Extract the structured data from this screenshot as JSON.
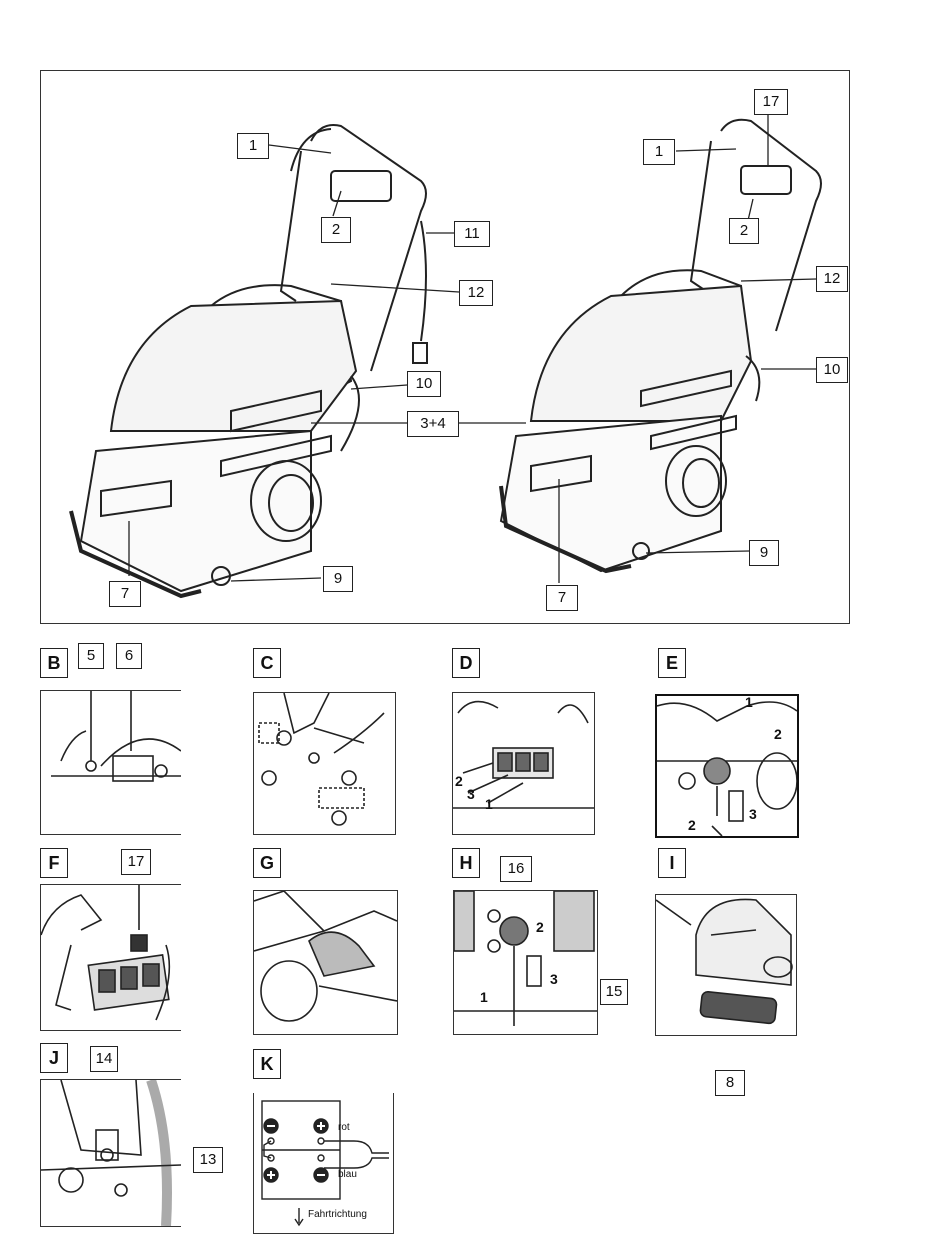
{
  "main_labels": {
    "left": {
      "l1": "1",
      "l2": "2",
      "l11": "11",
      "l12": "12",
      "l10": "10",
      "l34": "3+4",
      "l9": "9",
      "l7": "7"
    },
    "right": {
      "l17": "17",
      "l1": "1",
      "l2": "2",
      "l12": "12",
      "l10": "10",
      "l9": "9",
      "l7": "7"
    }
  },
  "panels": {
    "B": {
      "letter": "B",
      "c1": "5",
      "c2": "6"
    },
    "C": {
      "letter": "C"
    },
    "D": {
      "letter": "D",
      "n1": "2",
      "n2": "3",
      "n3": "1"
    },
    "E": {
      "letter": "E",
      "n1": "1",
      "n2": "2",
      "n3": "2",
      "n4": "3"
    },
    "F": {
      "letter": "F",
      "c1": "17"
    },
    "G": {
      "letter": "G"
    },
    "H": {
      "letter": "H",
      "c1": "16",
      "c2": "15",
      "n1": "2",
      "n2": "3",
      "n3": "1"
    },
    "I": {
      "letter": "I",
      "c1": "8"
    },
    "J": {
      "letter": "J",
      "c1": "14",
      "c2": "13"
    },
    "K": {
      "letter": "K",
      "rot": "rot",
      "blau": "blau",
      "fahrt": "Fahrtrichtung"
    }
  }
}
